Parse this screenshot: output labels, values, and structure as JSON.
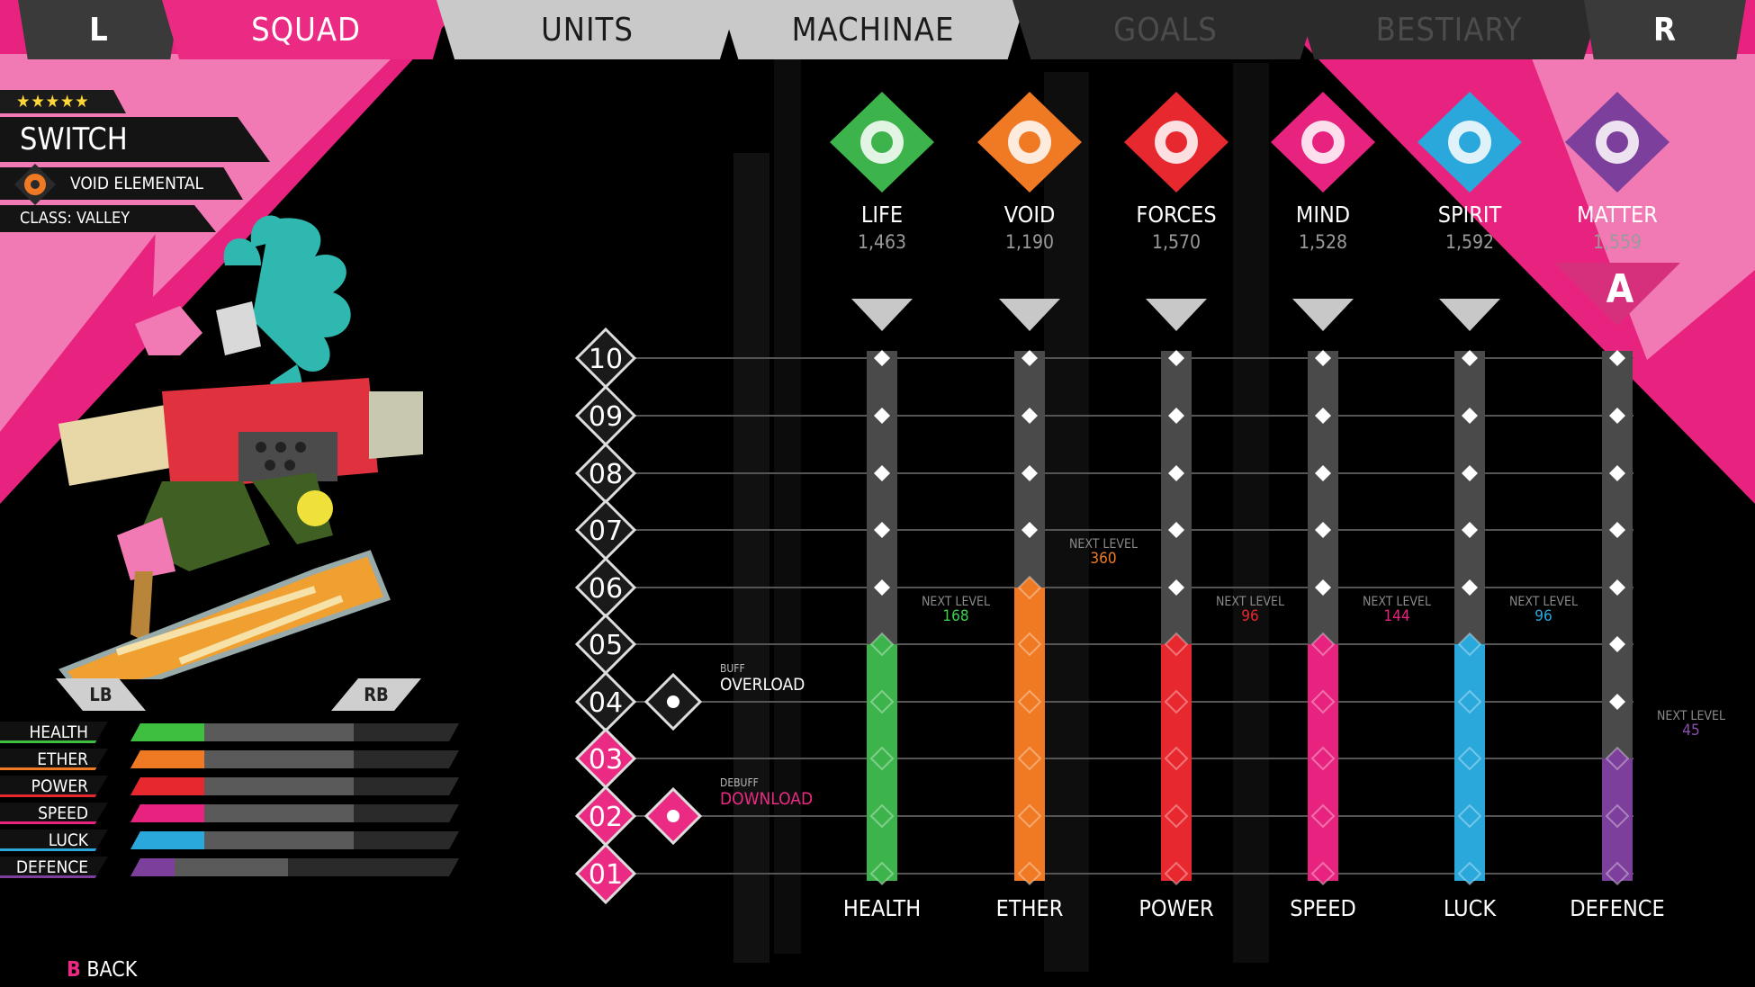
{
  "tabs": {
    "left_key": "L",
    "right_key": "R",
    "items": [
      {
        "label": "SQUAD",
        "state": "active"
      },
      {
        "label": "UNITS",
        "state": "normal"
      },
      {
        "label": "MACHINAE",
        "state": "normal"
      },
      {
        "label": "GOALS",
        "state": "disabled"
      },
      {
        "label": "BESTIARY",
        "state": "disabled"
      }
    ]
  },
  "character": {
    "stars": "★★★★★",
    "name": "SWITCH",
    "element": "VOID ELEMENTAL",
    "element_icon": "void-swirl-icon",
    "class": "CLASS: VALLEY"
  },
  "shoulders": {
    "left": "LB",
    "right": "RB"
  },
  "stats_summary": [
    {
      "label": "HEALTH",
      "level": 5,
      "color": "#3fbf3f"
    },
    {
      "label": "ETHER",
      "level": 5,
      "color": "#f07a24"
    },
    {
      "label": "POWER",
      "level": 5,
      "color": "#e8282f"
    },
    {
      "label": "SPEED",
      "level": 5,
      "color": "#e8237f"
    },
    {
      "label": "LUCK",
      "level": 5,
      "color": "#2aa8dc"
    },
    {
      "label": "DEFENCE",
      "level": 3,
      "color": "#7d3f9c"
    }
  ],
  "elements": [
    {
      "name": "LIFE",
      "value": "1,463",
      "color": "#3cb44b",
      "icon": "life-leaf-icon",
      "stat": "HEALTH",
      "level": 5,
      "next_level_label": "NEXT LEVEL",
      "next_level_value": "168",
      "next_color": "#3cd050"
    },
    {
      "name": "VOID",
      "value": "1,190",
      "color": "#f07a24",
      "icon": "void-swirl-icon",
      "stat": "ETHER",
      "level": 6,
      "next_level_label": "NEXT LEVEL",
      "next_level_value": "360",
      "next_color": "#f07a24"
    },
    {
      "name": "FORCES",
      "value": "1,570",
      "color": "#e8282f",
      "icon": "forces-flame-icon",
      "stat": "POWER",
      "level": 5,
      "next_level_label": "NEXT LEVEL",
      "next_level_value": "96",
      "next_color": "#e8282f"
    },
    {
      "name": "MIND",
      "value": "1,528",
      "color": "#e8237f",
      "icon": "mind-spiral-icon",
      "stat": "SPEED",
      "level": 5,
      "next_level_label": "NEXT LEVEL",
      "next_level_value": "144",
      "next_color": "#e8237f"
    },
    {
      "name": "SPIRIT",
      "value": "1,592",
      "color": "#2aa8dc",
      "icon": "spirit-swirl-icon",
      "stat": "LUCK",
      "level": 5,
      "next_level_label": "NEXT LEVEL",
      "next_level_value": "96",
      "next_color": "#2aa8dc"
    },
    {
      "name": "MATTER",
      "value": "1,559",
      "color": "#7d3f9c",
      "icon": "matter-crystal-icon",
      "stat": "DEFENCE",
      "level": 3,
      "next_level_label": "NEXT LEVEL",
      "next_level_value": "45",
      "next_color": "#8a4fae"
    }
  ],
  "selected_grade": "A",
  "levels": [
    "10",
    "09",
    "08",
    "07",
    "06",
    "05",
    "04",
    "03",
    "02",
    "01"
  ],
  "modifiers": [
    {
      "type": "BUFF",
      "name": "OVERLOAD",
      "level": 4,
      "icon": "overload-gear-icon",
      "color": "#ffffff"
    },
    {
      "type": "DEBUFF",
      "name": "DOWNLOAD",
      "level": 2,
      "icon": "download-arrow-icon",
      "color": "#ea2a83"
    }
  ],
  "footer": {
    "key": "B",
    "label": "BACK"
  }
}
